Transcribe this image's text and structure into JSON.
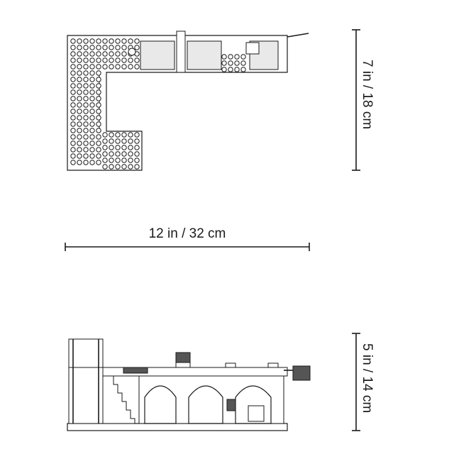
{
  "dimensions": {
    "depth_top": "7 in / 18 cm",
    "width": "12 in / 32 cm",
    "height": "5 in / 14 cm"
  }
}
